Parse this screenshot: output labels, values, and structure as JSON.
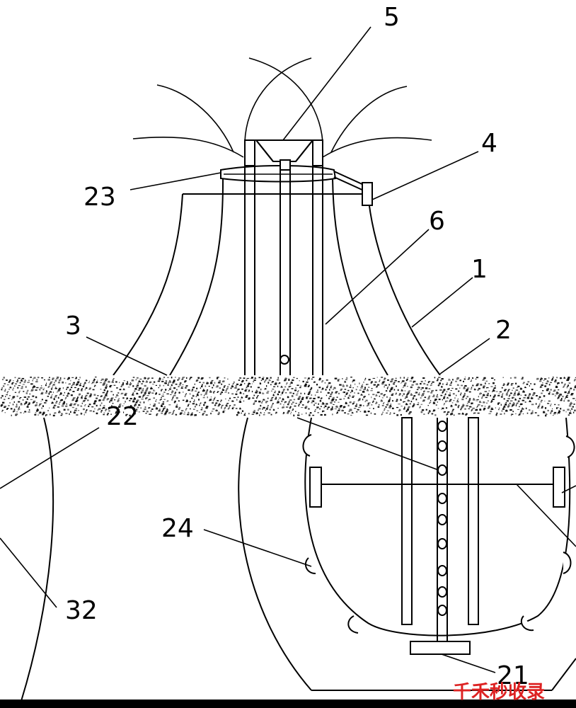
{
  "labels": {
    "l5": "5",
    "l4": "4",
    "l23": "23",
    "l6": "6",
    "l1": "1",
    "l3": "3",
    "l2": "2",
    "l22": "22",
    "l24": "24",
    "l32": "32",
    "l21": "21"
  },
  "watermark": "千禾秒收录"
}
